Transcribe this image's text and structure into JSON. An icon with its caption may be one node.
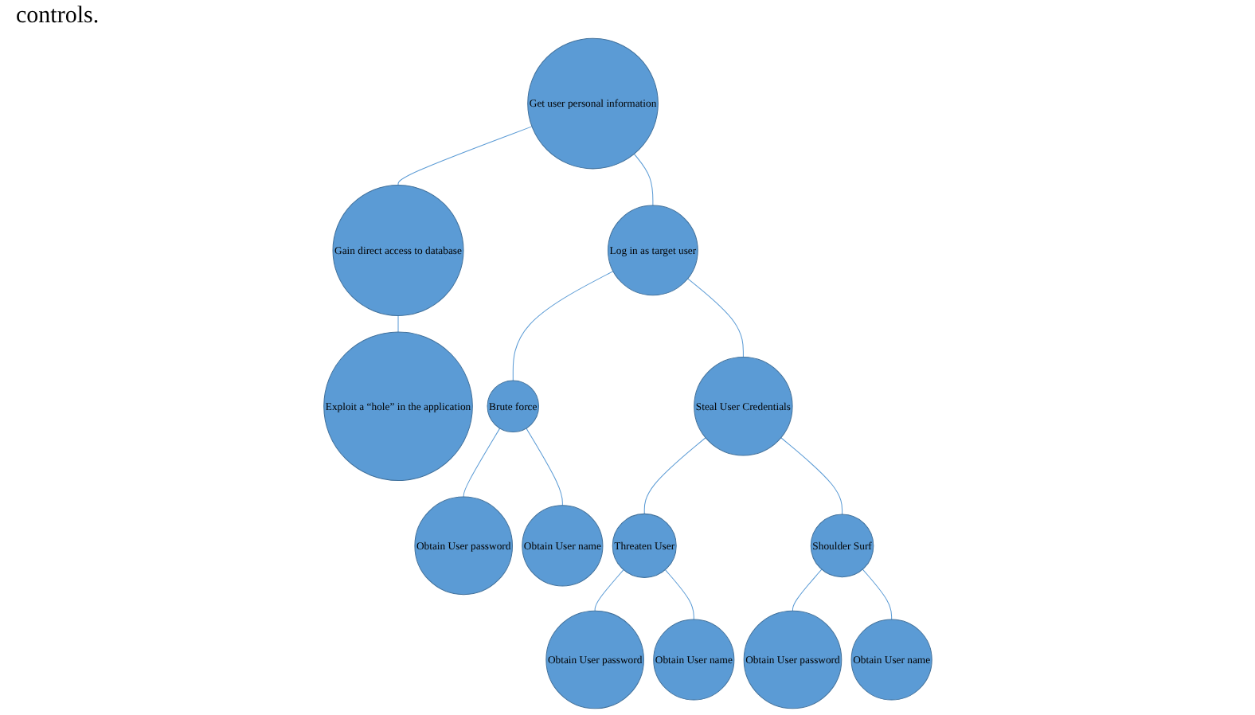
{
  "diagram": {
    "nodes": [
      {
        "text": [
          "Get user personal information"
        ]
      },
      {
        "text": [
          "Gain direct access to database"
        ]
      },
      {
        "text": [
          "Log in as target user"
        ]
      },
      {
        "text": [
          "Exploit a “hole” in the application"
        ]
      },
      {
        "text": [
          "Brute force"
        ]
      },
      {
        "text": [
          "Steal User Credentials"
        ]
      },
      {
        "text": [
          "Obtain User password"
        ]
      },
      {
        "text": [
          "Obtain User name"
        ]
      },
      {
        "text": [
          "Threaten User"
        ]
      },
      {
        "text": [
          "Shoulder Surf"
        ]
      },
      {
        "text": [
          "Obtain User password"
        ]
      },
      {
        "text": [
          "Obtain User name"
        ]
      },
      {
        "text": [
          "Obtain User password"
        ]
      },
      {
        "text": [
          "Obtain User name"
        ]
      }
    ],
    "edges": [
      {
        "from": 0,
        "to": 1,
        "arrow": "none"
      },
      {
        "from": 0,
        "to": 2,
        "arrow": "none"
      },
      {
        "from": 1,
        "to": 3,
        "arrow": "none"
      },
      {
        "from": 2,
        "to": 4,
        "arrow": "none"
      },
      {
        "from": 2,
        "to": 5,
        "arrow": "none"
      },
      {
        "from": 4,
        "to": 6,
        "arrow": "none"
      },
      {
        "from": 4,
        "to": 7,
        "arrow": "none"
      },
      {
        "from": 5,
        "to": 8,
        "arrow": "none"
      },
      {
        "from": 5,
        "to": 9,
        "arrow": "none"
      },
      {
        "from": 8,
        "to": 10,
        "arrow": "none"
      },
      {
        "from": 8,
        "to": 11,
        "arrow": "none"
      },
      {
        "from": 9,
        "to": 12,
        "arrow": "none"
      },
      {
        "from": 9,
        "to": 13,
        "arrow": "none"
      }
    ],
    "labels": [
      "controls."
    ]
  }
}
